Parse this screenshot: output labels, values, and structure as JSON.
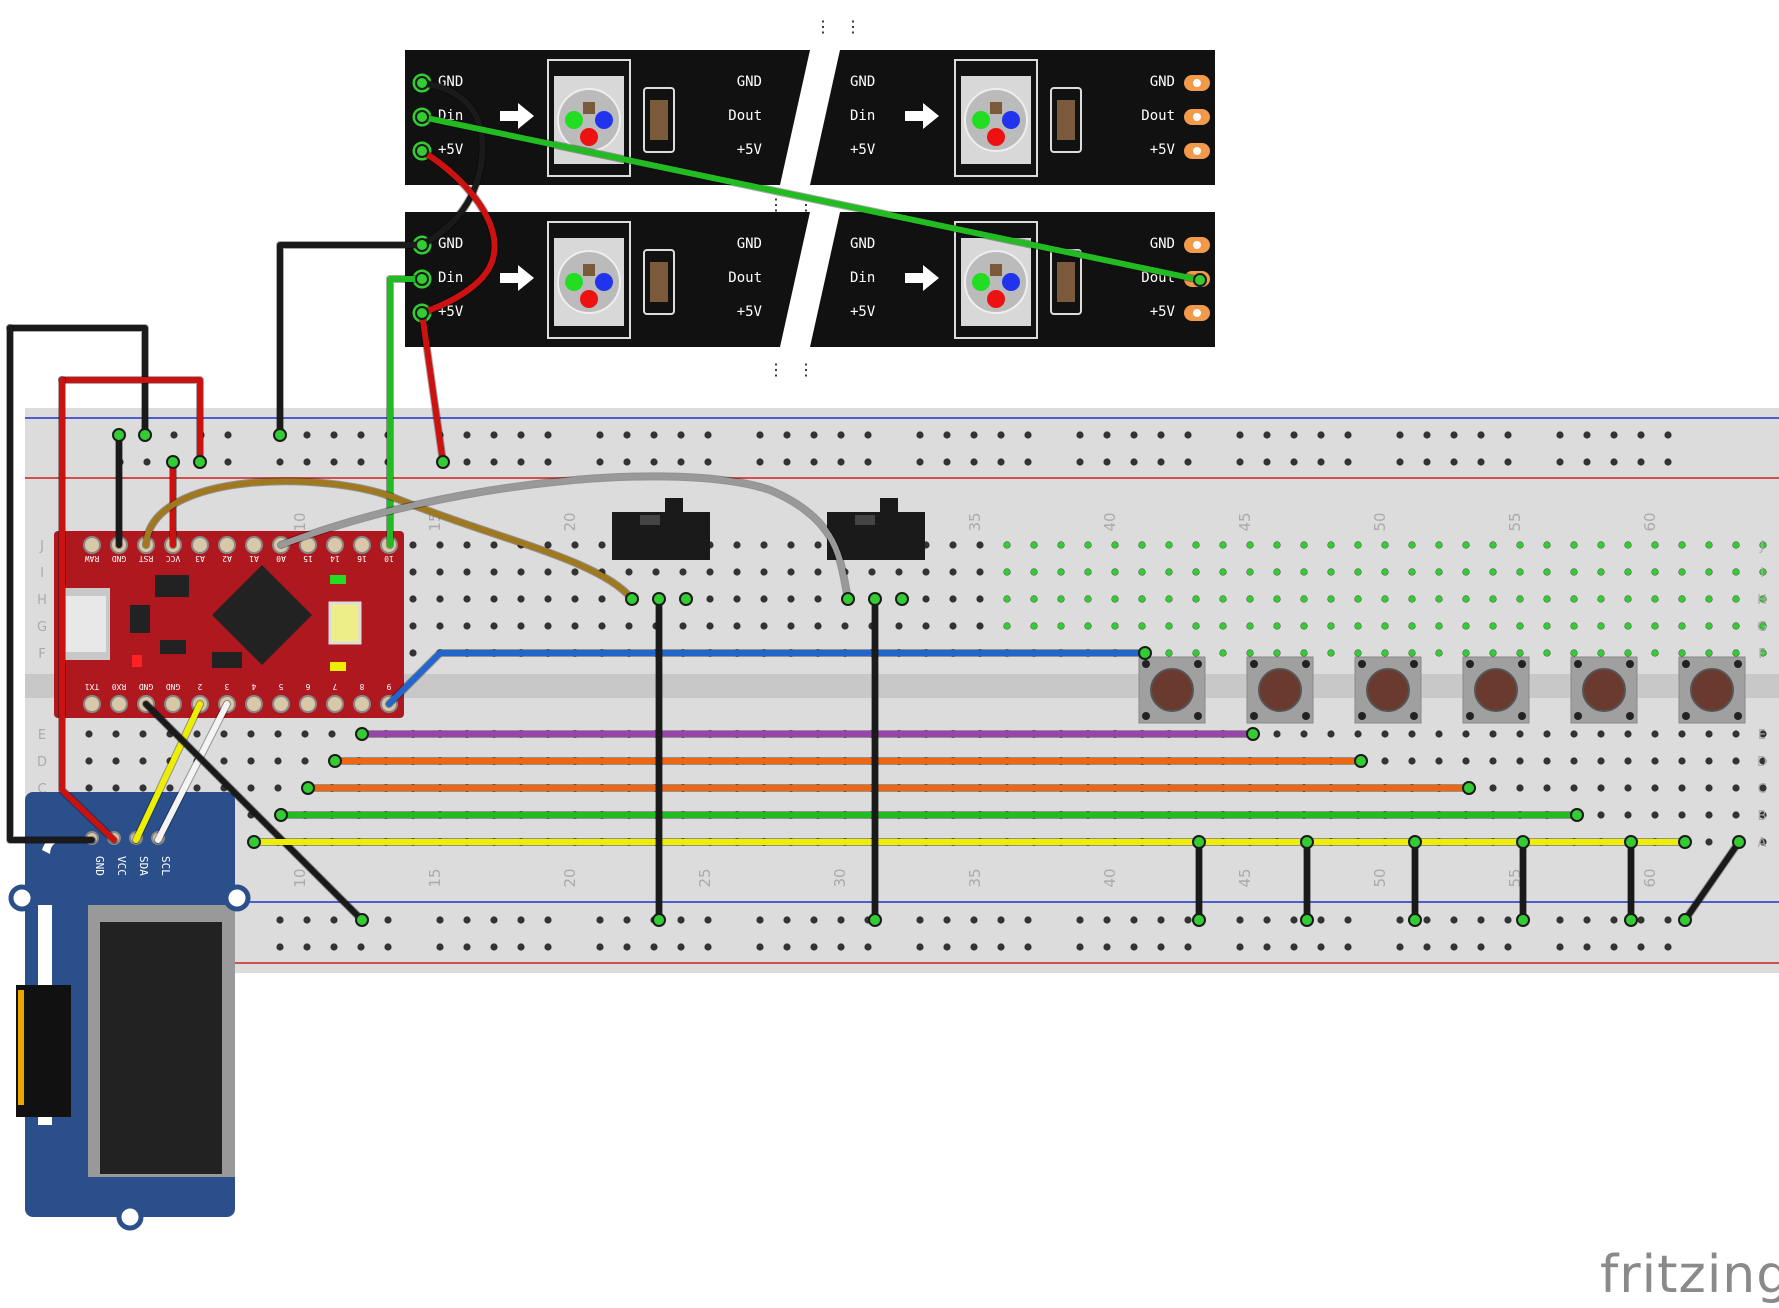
{
  "brand": "fritzing",
  "strip": {
    "pins_left": [
      "GND",
      "Din",
      "+5V"
    ],
    "pins_mid_left": [
      "GND",
      "Dout",
      "+5V"
    ],
    "pins_mid_right": [
      "GND",
      "Din",
      "+5V"
    ],
    "pins_right": [
      "GND",
      "Dout",
      "+5V"
    ]
  },
  "arduino": {
    "top_pins": [
      "RAW",
      "GND",
      "RST",
      "VCC",
      "A3",
      "A2",
      "A1",
      "A0",
      "15",
      "14",
      "16",
      "10"
    ],
    "bottom_pins": [
      "TX1",
      "RX0",
      "GND",
      "GND",
      "2",
      "3",
      "4",
      "5",
      "6",
      "7",
      "8",
      "9"
    ]
  },
  "oled": {
    "pins": [
      "GND",
      "VCC",
      "SDA",
      "SCL"
    ]
  },
  "breadboard": {
    "column_labels": [
      "10",
      "15",
      "20",
      "25",
      "30",
      "35",
      "40",
      "45",
      "50",
      "55",
      "60"
    ],
    "row_labels_top": [
      "J",
      "I",
      "H",
      "G",
      "F"
    ],
    "row_labels_bottom": [
      "E",
      "D",
      "C",
      "B",
      "A"
    ]
  },
  "colors": {
    "wire_black": "#1a1a1a",
    "wire_red": "#cc1111",
    "wire_green": "#22bb22",
    "wire_blue": "#2266cc",
    "wire_purple": "#9944aa",
    "wire_orange": "#ee6611",
    "wire_yellow": "#eeee00",
    "wire_white": "#f4f4f4",
    "wire_gray": "#999999",
    "wire_brown": "#a07820",
    "strip_bg": "#111111",
    "pcb_red": "#b01820",
    "grove_blue": "#2b4f8a"
  }
}
